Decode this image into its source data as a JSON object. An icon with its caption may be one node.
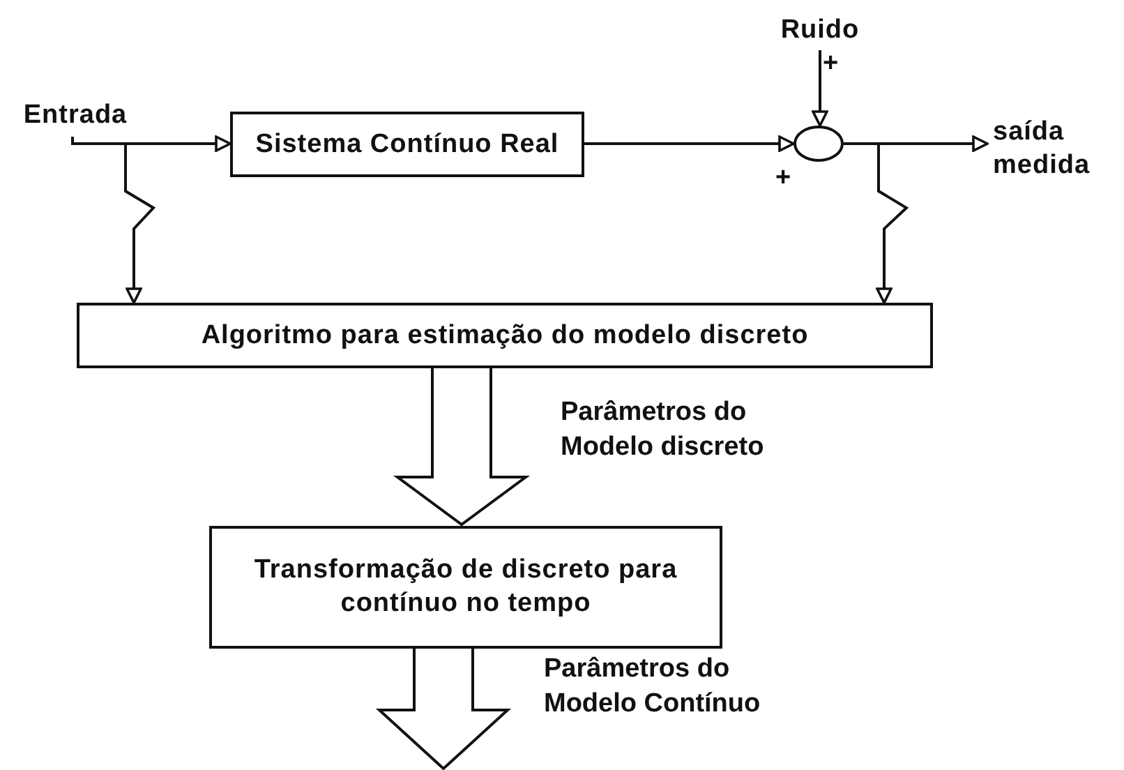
{
  "diagram": {
    "nodes": [
      {
        "text": [
          "Entrada"
        ]
      },
      {
        "text": [
          "Sistema Contínuo Real"
        ]
      },
      {
        "text": [],
        "shape": "circle"
      },
      {
        "text": [
          "Ruido"
        ]
      },
      {
        "text": [
          "saída medida"
        ]
      },
      {
        "text": [
          "Algoritmo para estimação do modelo discreto"
        ]
      },
      {
        "text": [
          "Transformação de discreto para contínuo no tempo"
        ]
      }
    ],
    "edges": [
      {
        "from": 0,
        "to": 1,
        "arrow": "to"
      },
      {
        "from": 1,
        "to": 2,
        "arrow": "to"
      },
      {
        "from": 3,
        "to": 2,
        "arrow": "to"
      },
      {
        "from": 2,
        "to": 4,
        "arrow": "to"
      },
      {
        "from": 0,
        "to": 5,
        "arrow": "to"
      },
      {
        "from": 2,
        "to": 5,
        "arrow": "to"
      },
      {
        "from": 5,
        "to": 6,
        "arrow": "to",
        "style": "thick",
        "label": "Parâmetros do Modelo discreto"
      },
      {
        "from": 6,
        "to": null,
        "arrow": "to",
        "style": "thick",
        "label": "Parâmetros do Modelo Contínuo"
      }
    ],
    "labels": [
      "+",
      "+"
    ]
  }
}
